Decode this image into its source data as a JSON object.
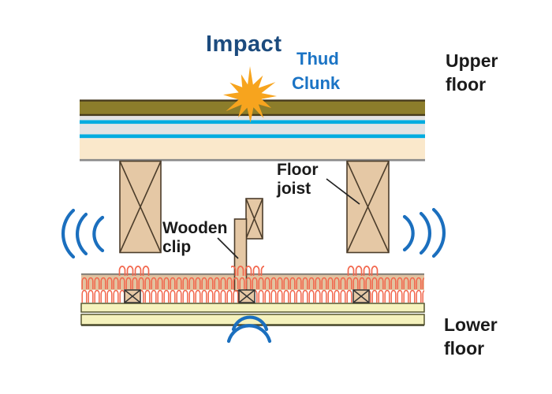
{
  "diagram": {
    "title": "Impact",
    "sound_words": {
      "thud": "Thud",
      "clunk": "Clunk"
    },
    "labels": {
      "upper_floor": [
        "Upper",
        "floor"
      ],
      "lower_floor": [
        "Lower",
        "floor"
      ],
      "floor_joist": [
        "Floor",
        "joist"
      ],
      "wooden_clip": [
        "Wooden",
        "clip"
      ]
    },
    "colors": {
      "title_navy": "#1c4b7e",
      "sound_blue": "#1b74c5",
      "wave_blue": "#1b6fbe",
      "label_black": "#1a1a1a",
      "floor_covering_olive": "#8c7d2b",
      "underlay_gray": "#e3e3e3",
      "resilient_layer_cyan": "#00ace0",
      "deck_cream": "#fae8cb",
      "joist_tan": "#e5c8a5",
      "joist_outline": "#4c3d2b",
      "insulation_coral": "#f2664c",
      "board_tan": "#e2c3a0",
      "plasterboard_yellow": "#f5f2bd",
      "plasterboard_border": "#56562e",
      "impact_star_orange": "#f7a41e"
    }
  }
}
